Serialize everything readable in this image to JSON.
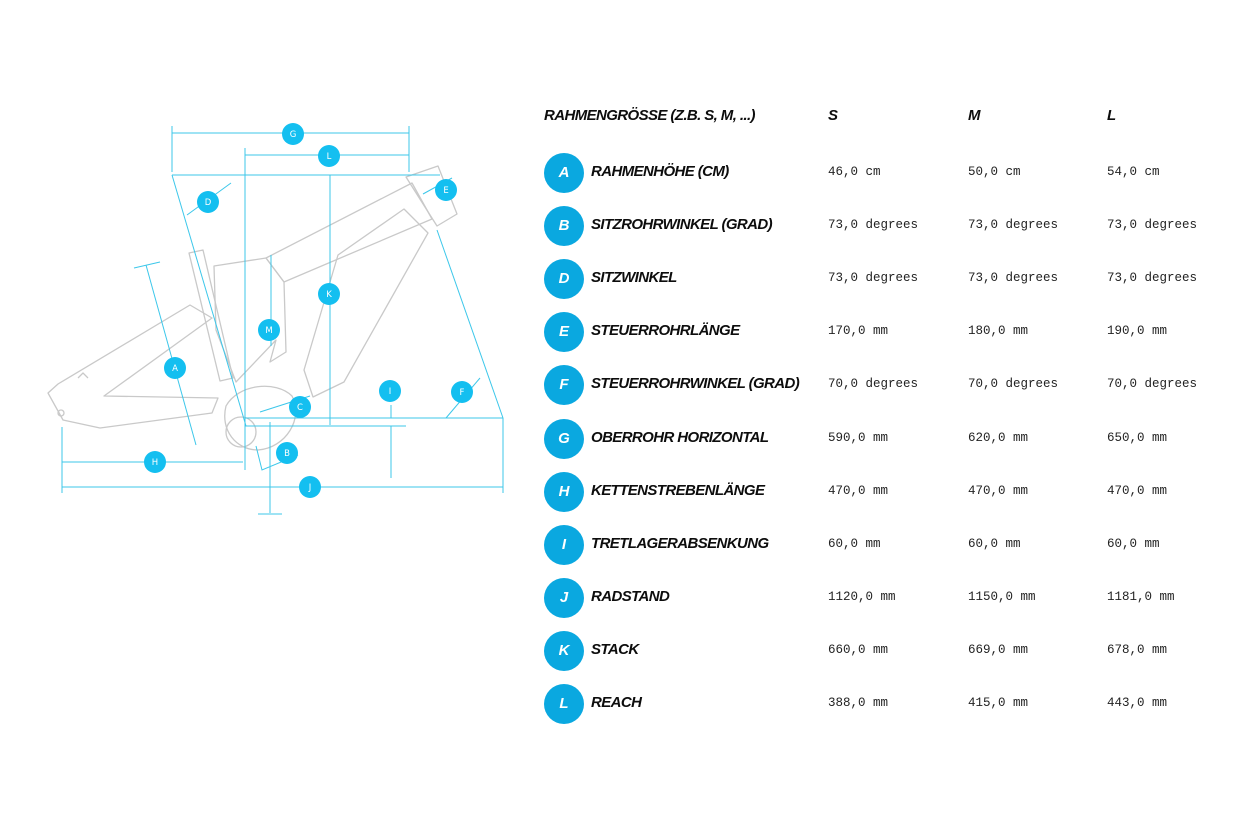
{
  "diagram_labels": [
    "G",
    "L",
    "D",
    "E",
    "K",
    "M",
    "A",
    "I",
    "F",
    "C",
    "B",
    "H",
    "J"
  ],
  "table": {
    "header": "RAHMENGRÖSSE (Z.B. S, M, ...)",
    "sizes": [
      "S",
      "M",
      "L"
    ],
    "rows": [
      {
        "key": "A",
        "label": "RAHMENHÖHE (CM)",
        "values": [
          "46,0 cm",
          "50,0 cm",
          "54,0 cm"
        ]
      },
      {
        "key": "B",
        "label": "SITZROHRWINKEL (GRAD)",
        "values": [
          "73,0 degrees",
          "73,0 degrees",
          "73,0 degrees"
        ]
      },
      {
        "key": "D",
        "label": "SITZWINKEL",
        "values": [
          "73,0 degrees",
          "73,0 degrees",
          "73,0 degrees"
        ]
      },
      {
        "key": "E",
        "label": "STEUERROHRLÄNGE",
        "values": [
          "170,0 mm",
          "180,0 mm",
          "190,0 mm"
        ]
      },
      {
        "key": "F",
        "label": "STEUERROHRWINKEL (GRAD)",
        "values": [
          "70,0 degrees",
          "70,0 degrees",
          "70,0 degrees"
        ]
      },
      {
        "key": "G",
        "label": "OBERROHR HORIZONTAL",
        "values": [
          "590,0 mm",
          "620,0 mm",
          "650,0 mm"
        ]
      },
      {
        "key": "H",
        "label": "KETTENSTREBENLÄNGE",
        "values": [
          "470,0 mm",
          "470,0 mm",
          "470,0 mm"
        ]
      },
      {
        "key": "I",
        "label": "TRETLAGERABSENKUNG",
        "values": [
          "60,0 mm",
          "60,0 mm",
          "60,0 mm"
        ]
      },
      {
        "key": "J",
        "label": "RADSTAND",
        "values": [
          "1120,0 mm",
          "1150,0 mm",
          "1181,0 mm"
        ]
      },
      {
        "key": "K",
        "label": "STACK",
        "values": [
          "660,0 mm",
          "669,0 mm",
          "678,0 mm"
        ]
      },
      {
        "key": "L",
        "label": "REACH",
        "values": [
          "388,0 mm",
          "415,0 mm",
          "443,0 mm"
        ]
      }
    ]
  },
  "colors": {
    "badge": "#0aa8e0",
    "diagram_accent": "#14bff0",
    "dimension_line": "#3cc7ea",
    "frame": "#c9c9c9"
  }
}
